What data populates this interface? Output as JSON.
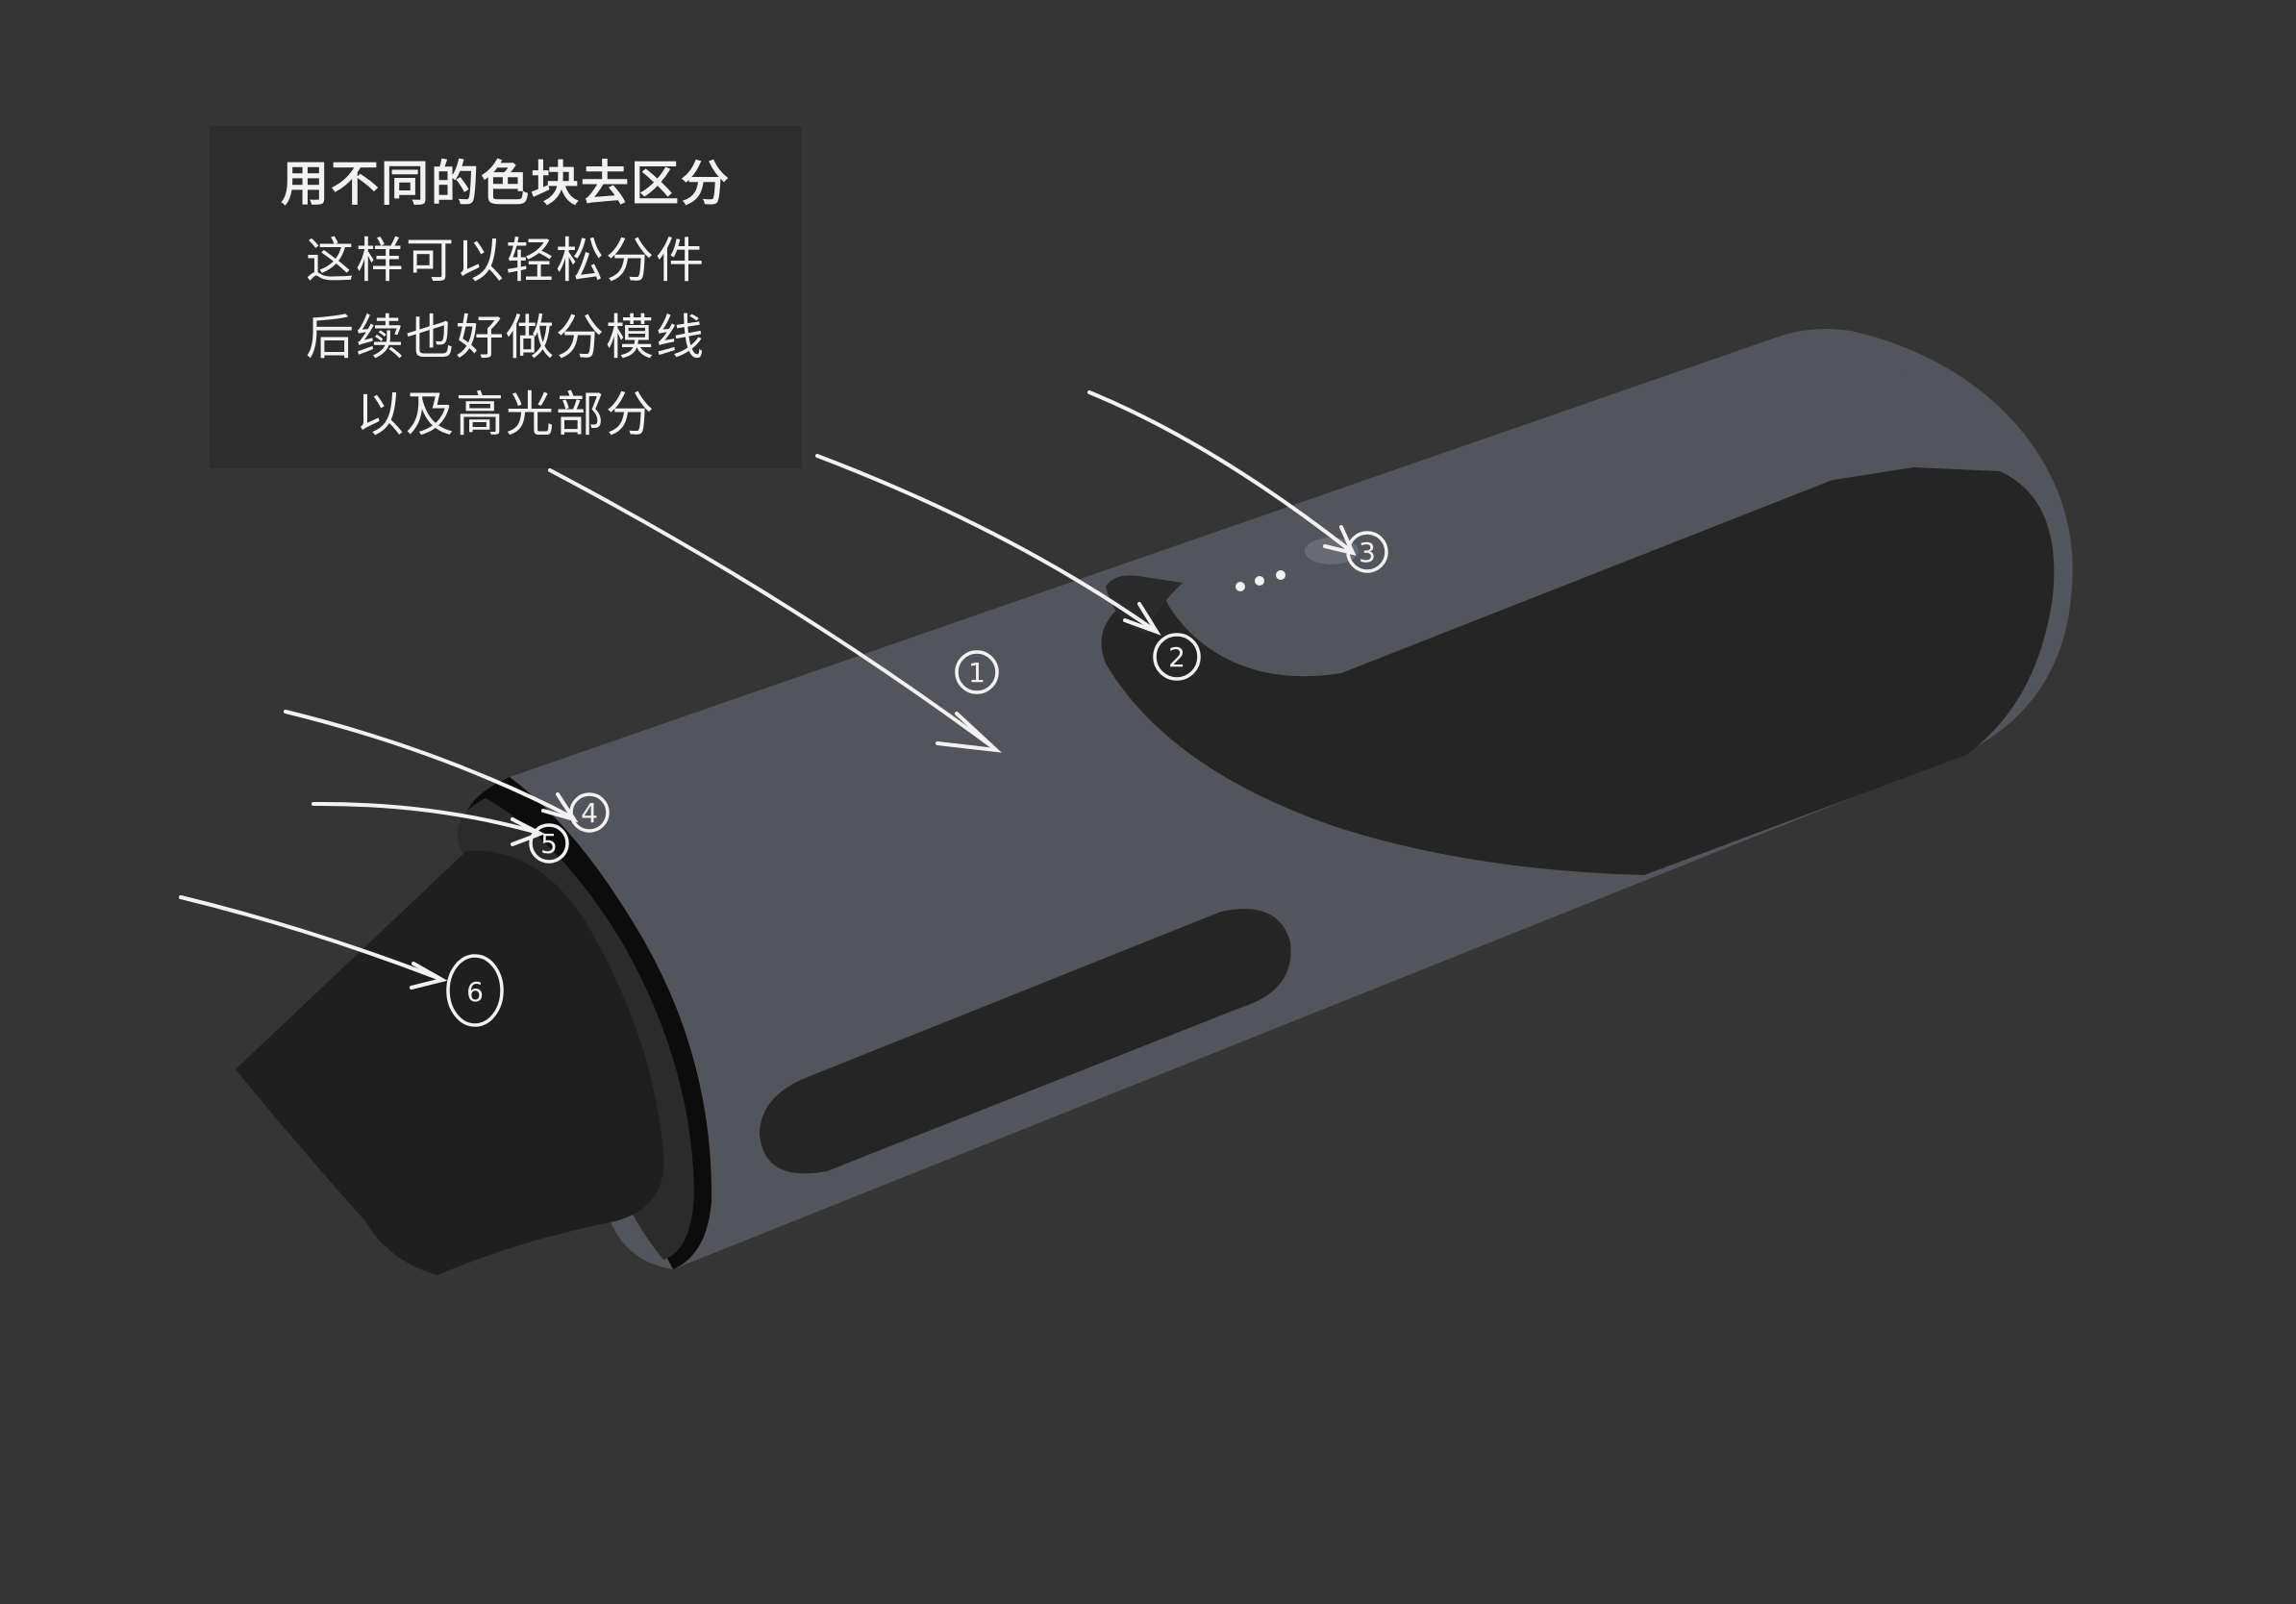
{
  "note": {
    "lines": [
      "用不同的色块去区分",
      "这样可以轻松分件",
      "后续也好做分模线",
      "以及高光部分"
    ]
  },
  "callouts": [
    {
      "id": "callout-1",
      "label": "1"
    },
    {
      "id": "callout-2",
      "label": "2"
    },
    {
      "id": "callout-3",
      "label": "3"
    },
    {
      "id": "callout-4",
      "label": "4"
    },
    {
      "id": "callout-5",
      "label": "5"
    },
    {
      "id": "callout-6",
      "label": "6"
    }
  ],
  "colors": {
    "background": "#353535",
    "note_box": "#2d2d2d",
    "body_shell": "#54555a",
    "dark_panel": "#252525",
    "nozzle": "#1f1f1f",
    "ring_outer": "#0c0c0c",
    "ink": "#f2f2f2"
  }
}
